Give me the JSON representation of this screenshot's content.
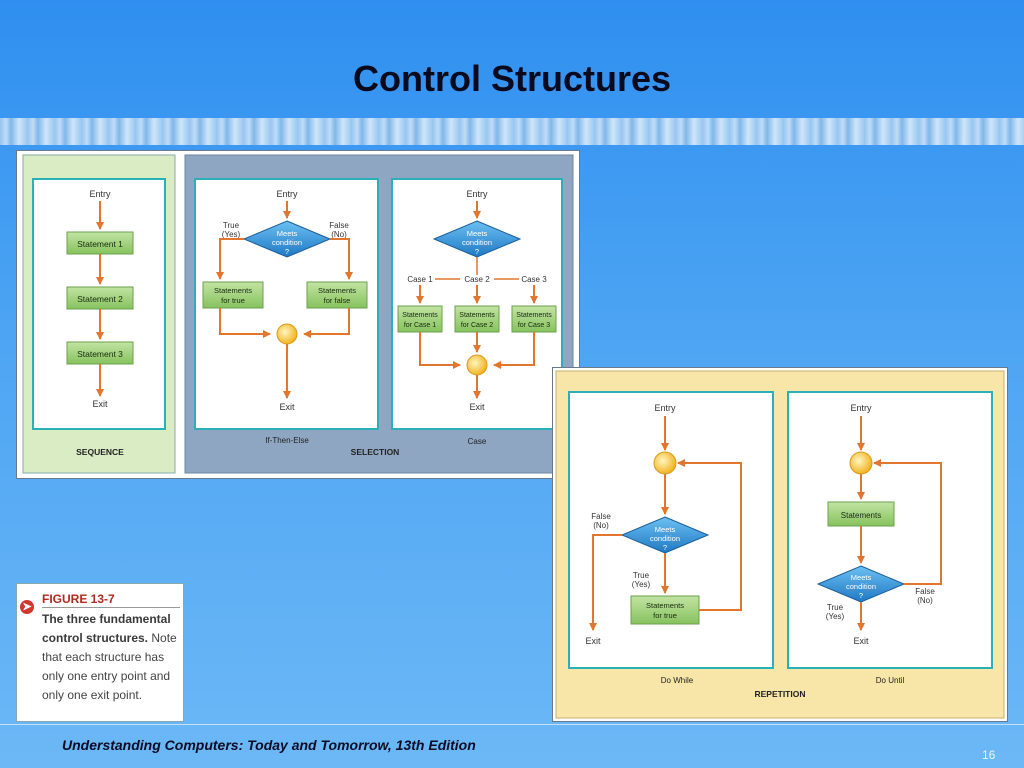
{
  "slide": {
    "title": "Control Structures",
    "footer": "Understanding Computers: Today and Tomorrow, 13th Edition",
    "page_number": "16"
  },
  "caption": {
    "figure": "FIGURE 13-7",
    "bold": "The three fundamental control structures.",
    "text": " Note that each structure has only one entry point and only one exit point."
  },
  "sequence": {
    "entry": "Entry",
    "statements": [
      "Statement 1",
      "Statement 2",
      "Statement 3"
    ],
    "exit": "Exit",
    "label": "SEQUENCE"
  },
  "selection": {
    "label": "SELECTION",
    "if_then_else": {
      "sublabel": "If-Then-Else",
      "entry": "Entry",
      "condition": [
        "Meets",
        "condition",
        "?"
      ],
      "true_label": [
        "True",
        "(Yes)"
      ],
      "false_label": [
        "False",
        "(No)"
      ],
      "true_box": [
        "Statements",
        "for true"
      ],
      "false_box": [
        "Statements",
        "for false"
      ],
      "exit": "Exit"
    },
    "case": {
      "sublabel": "Case",
      "entry": "Entry",
      "condition": [
        "Meets",
        "condition",
        "?"
      ],
      "cases": [
        "Case 1",
        "Case 2",
        "Case 3"
      ],
      "boxes": [
        [
          "Statements",
          "for Case 1"
        ],
        [
          "Statements",
          "for Case 2"
        ],
        [
          "Statements",
          "for Case 3"
        ]
      ],
      "exit": "Exit"
    }
  },
  "repetition": {
    "label": "REPETITION",
    "do_while": {
      "sublabel": "Do While",
      "entry": "Entry",
      "condition": [
        "Meets",
        "condition",
        "?"
      ],
      "false_label": [
        "False",
        "(No)"
      ],
      "true_label": [
        "True",
        "(Yes)"
      ],
      "box": [
        "Statements",
        "for true"
      ],
      "exit": "Exit"
    },
    "do_until": {
      "sublabel": "Do Until",
      "entry": "Entry",
      "box": "Statements",
      "condition": [
        "Meets",
        "condition",
        "?"
      ],
      "false_label": [
        "False",
        "(No)"
      ],
      "true_label": [
        "True",
        "(Yes)"
      ],
      "exit": "Exit"
    }
  },
  "colors": {
    "arrow": "#e2762f",
    "statement_fill": "#9fd07a",
    "decision_fill": "#2f8ed6",
    "panel_border": "#2ab0b8",
    "sequence_bg": "#d9ecc4",
    "selection_bg": "#8fa6c2",
    "repetition_bg": "#f8e6a8",
    "junction": "#f6c233"
  }
}
